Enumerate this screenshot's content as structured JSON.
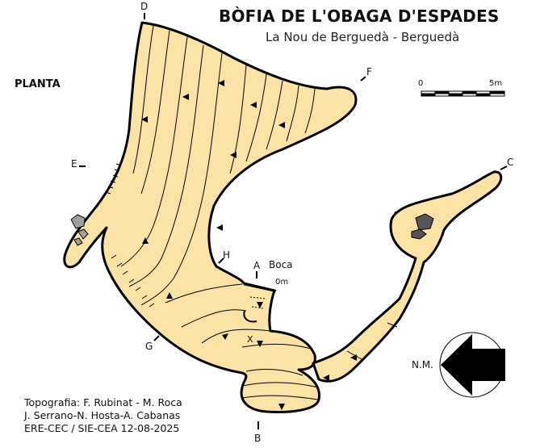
{
  "title": "BÒFIA DE L'OBAGA D'ESPADES",
  "subtitle": "La Nou de Berguedà - Berguedà",
  "view_label": "PLANTA",
  "section_labels": {
    "A": "A",
    "B": "B",
    "C": "C",
    "D": "D",
    "E": "E",
    "F": "F",
    "G": "G",
    "H": "H"
  },
  "entrance_label": "Boca",
  "zero_depth_label": "0m",
  "marker_x": "X",
  "scale": {
    "start": "0",
    "end": "5m"
  },
  "north_label": "N.M.",
  "credits": [
    "Topografia: F. Rubinat - M. Roca",
    "J. Serrano-N. Hosta-A. Cabanas",
    "ERE-CEC / SIE-CEA  12-08-2025"
  ],
  "colors": {
    "cave_fill": "#fbe3a5",
    "outline": "#000000",
    "rock": "#a0a0a0",
    "rock_dark": "#555555"
  }
}
